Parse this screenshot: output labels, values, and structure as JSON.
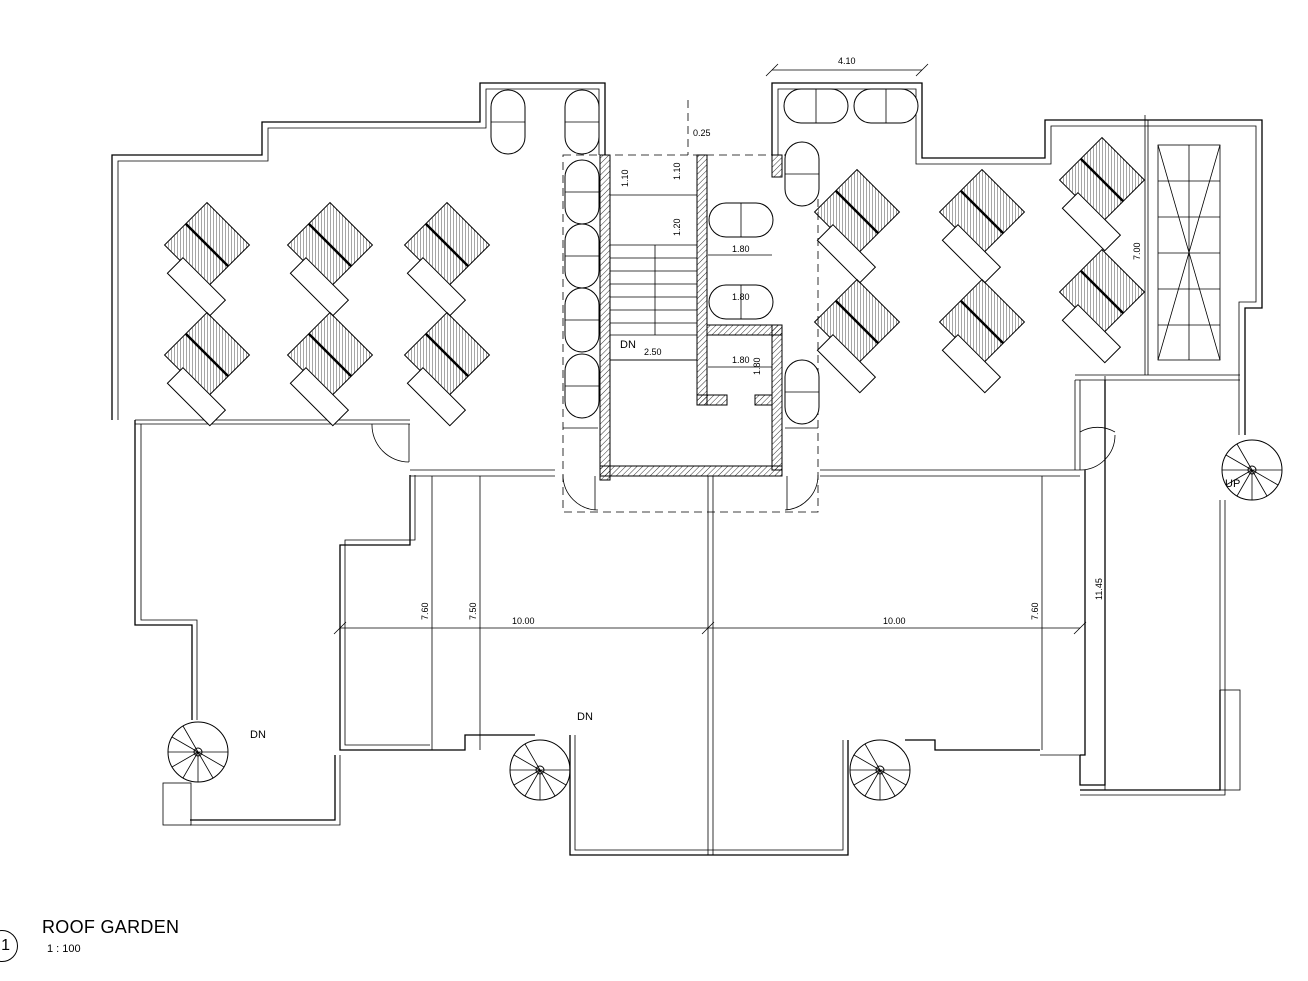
{
  "drawing": {
    "view_number": "1",
    "title": "ROOF GARDEN",
    "scale": "1 : 100"
  },
  "dimensions": {
    "top_width": "4.10",
    "wall": "0.25",
    "d1": "1.10",
    "d2": "1.10",
    "d3": "1.20",
    "d4": "1.80",
    "d5": "1.80",
    "d6": "1.80",
    "d7": "1.80",
    "stair_width": "2.50",
    "right_height": "7.00",
    "left_a": "7.60",
    "left_b": "7.50",
    "span_left": "10.00",
    "span_right": "10.00",
    "right_a": "7.60",
    "right_b": "11.45"
  },
  "labels": {
    "dn_stair": "DN",
    "dn_left": "DN",
    "dn_center": "DN",
    "up_right": "UP"
  }
}
